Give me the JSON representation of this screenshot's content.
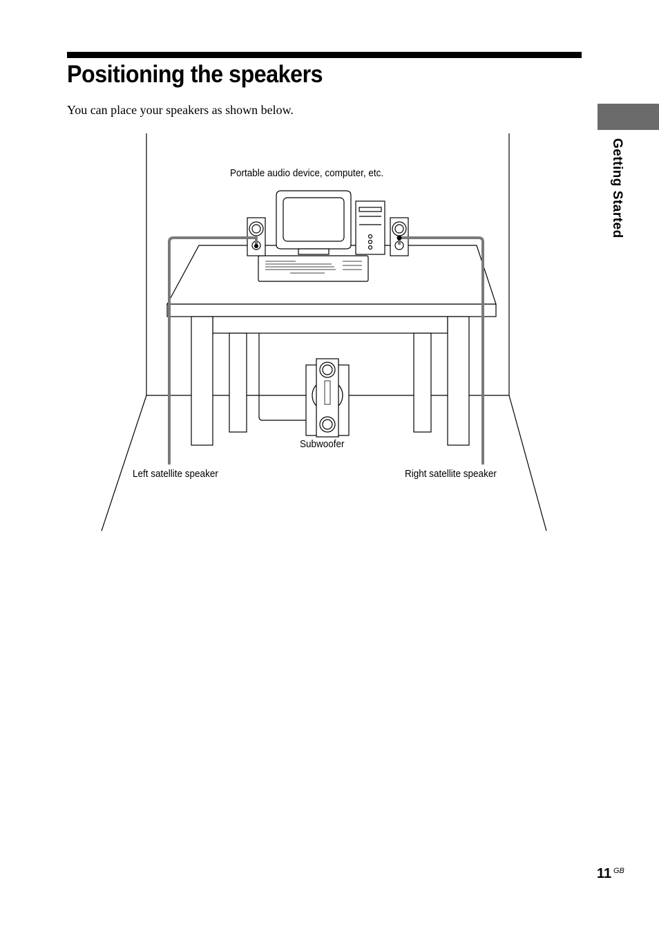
{
  "page": {
    "title": "Positioning the speakers",
    "intro": "You can place your speakers as shown below.",
    "side_tab": "Getting Started",
    "page_number": "11",
    "page_suffix": "GB"
  },
  "diagram": {
    "labels": {
      "source": "Portable audio device, computer, etc.",
      "subwoofer": "Subwoofer",
      "left": "Left satellite speaker",
      "right": "Right satellite speaker"
    }
  }
}
